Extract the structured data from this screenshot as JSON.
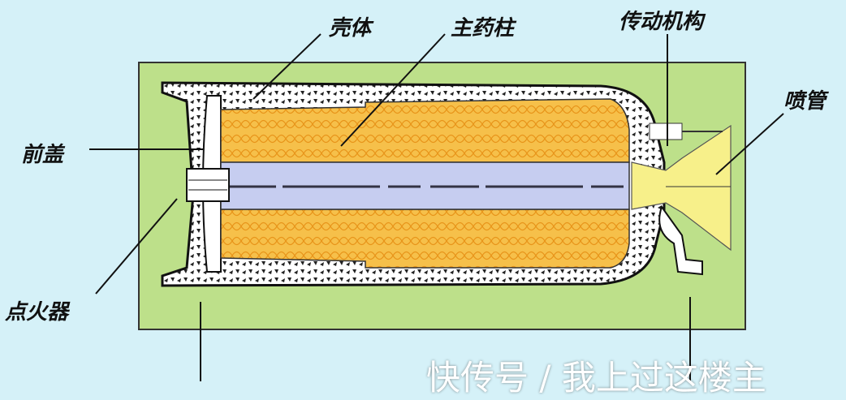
{
  "labels": {
    "shell": "壳体",
    "grain": "主药柱",
    "actuator": "传动机构",
    "nozzle": "喷管",
    "front_cover": "前盖",
    "igniter": "点火器"
  },
  "watermark": "快传号 / 我上过这楼主",
  "colors": {
    "background": "#d5f1f8",
    "panel": "#bde08a",
    "grain": "#f6c04a",
    "bore": "#c6cdf0",
    "nozzle": "#f7f08a"
  }
}
